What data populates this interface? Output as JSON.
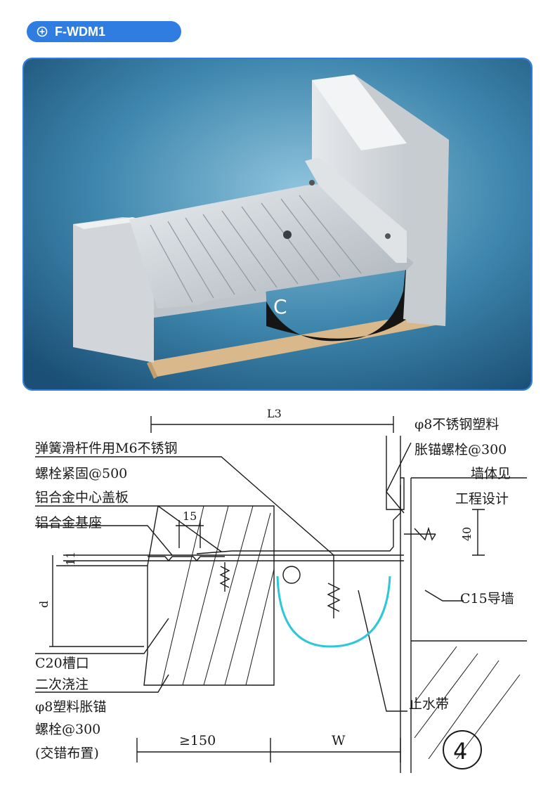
{
  "badge": {
    "label": "F-WDM1",
    "icon": "plus-circle-icon",
    "color": "#2f7de0"
  },
  "photo": {
    "letter": "C"
  },
  "drawing": {
    "labels": {
      "slide_bolt_1": "弹簧滑杆件用M6不锈钢",
      "slide_bolt_2": "螺栓紧固@500",
      "cover_plate": "铝合金中心盖板",
      "base": "铝合金基座",
      "anchor_1": "φ8不锈钢塑料",
      "anchor_2": "胀锚螺栓@300",
      "wall_1": "墙体见",
      "wall_2": "工程设计",
      "guide_wall": "C15导墙",
      "groove_1": "C20槽口",
      "groove_2": "二次浇注",
      "plastic_1": "φ8塑料胀锚",
      "plastic_2": "螺栓@300",
      "plastic_3": "(交错布置)",
      "waterstop": "止水带",
      "dim_15": "15",
      "dim_11": "11",
      "dim_d": "d",
      "dim_40": "40",
      "dim_150": "≥150",
      "dim_w": "W",
      "dim_top": "L3",
      "number": "4"
    }
  }
}
